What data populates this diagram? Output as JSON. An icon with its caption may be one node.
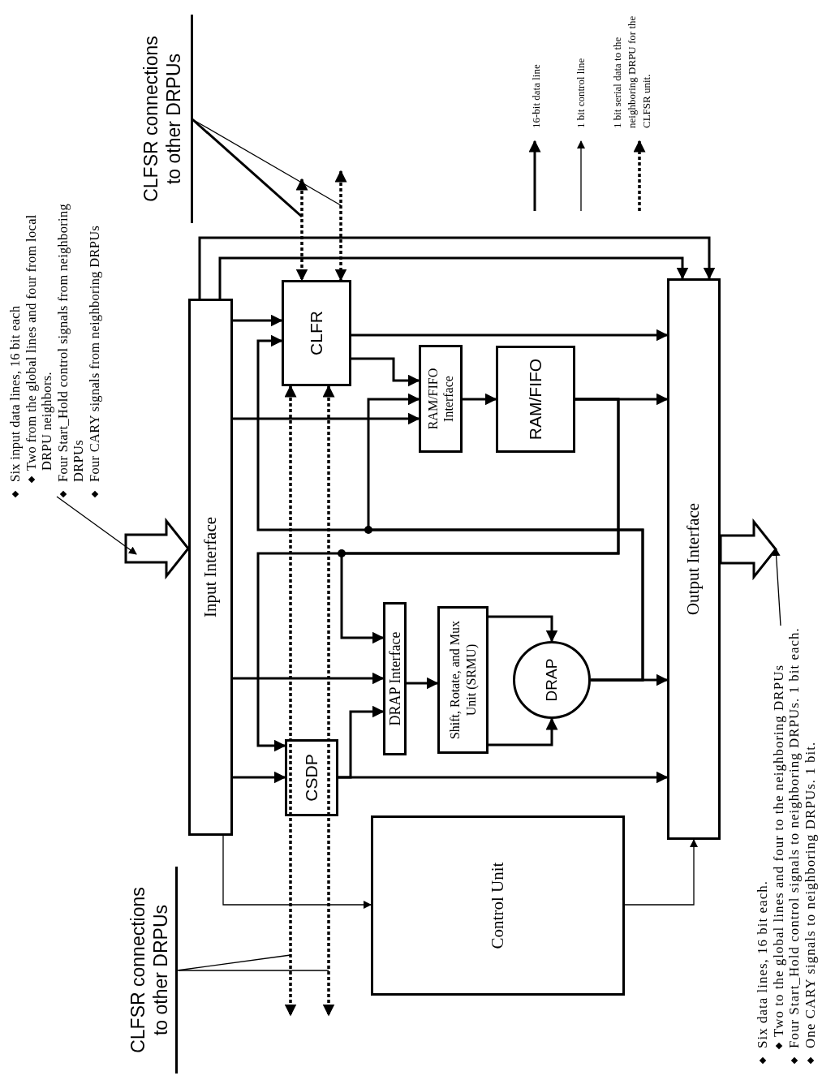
{
  "diagram": {
    "nodes": [
      {
        "text": [
          "Six input data lines, 16 bit each",
          "Two from the global lines and four from local DRPU neighbors.",
          "Four Start_Hold control signals from neighboring DRPUs",
          "Four CARY signals from neighboring DRPUs"
        ]
      },
      {
        "text": [
          "Input Interface"
        ]
      },
      {
        "text": [
          "CLFR"
        ]
      },
      {
        "text": [
          "RAM/FIFO Interface"
        ]
      },
      {
        "text": [
          "RAM/FIFO"
        ]
      },
      {
        "text": [
          "DRAP Interface"
        ]
      },
      {
        "text": [
          "Shift, Rotate, and Mux Unit (SRMU)"
        ]
      },
      {
        "text": [
          "DRAP"
        ]
      },
      {
        "text": [
          "CSDP"
        ]
      },
      {
        "text": [
          "Control Unit"
        ]
      },
      {
        "text": [
          "Output Interface"
        ]
      },
      {
        "text": [
          "Six data lines, 16 bit each.",
          "Two to the global lines and four to the neighboring DRPUs",
          "Four Start_Hold control signals to neighboring DRPUs. 1 bit each.",
          "One CARY signals to neighboring DRPUs. 1 bit."
        ]
      },
      {
        "text": [
          "CLFSR connections to other DRPUs"
        ]
      },
      {
        "text": [
          "CLFSR connections to other DRPUs"
        ]
      }
    ],
    "edges": [
      {
        "from": 0,
        "to": null,
        "arrow": "to"
      },
      {
        "from": 1,
        "to": 2,
        "arrow": "to"
      },
      {
        "from": 1,
        "to": 10,
        "arrow": "to"
      },
      {
        "from": 1,
        "to": 10,
        "arrow": "to"
      },
      {
        "from": 1,
        "to": 3,
        "arrow": "to"
      },
      {
        "from": 1,
        "to": 5,
        "arrow": "to"
      },
      {
        "from": 1,
        "to": 8,
        "arrow": "to"
      },
      {
        "from": 1,
        "to": 9,
        "arrow": "to"
      },
      {
        "from": 2,
        "to": 10,
        "arrow": "to"
      },
      {
        "from": 2,
        "to": 3,
        "arrow": "to"
      },
      {
        "from": 3,
        "to": 4,
        "arrow": "to"
      },
      {
        "from": 4,
        "to": 10,
        "arrow": "to"
      },
      {
        "from": 4,
        "to": 8,
        "arrow": "to"
      },
      {
        "from": 4,
        "to": 5,
        "arrow": "to"
      },
      {
        "from": 8,
        "to": 10,
        "arrow": "to"
      },
      {
        "from": 8,
        "to": 5,
        "arrow": "to"
      },
      {
        "from": 5,
        "to": 6,
        "arrow": "to"
      },
      {
        "from": 6,
        "to": 7,
        "arrow": "to"
      },
      {
        "from": 6,
        "to": 7,
        "arrow": "to"
      },
      {
        "from": 7,
        "to": 10,
        "arrow": "to"
      },
      {
        "from": 7,
        "to": 2,
        "arrow": "to"
      },
      {
        "from": 7,
        "to": 3,
        "arrow": "to"
      },
      {
        "from": 9,
        "to": 10,
        "arrow": "to"
      },
      {
        "from": 11,
        "to": null,
        "arrow": "to"
      },
      {
        "from": null,
        "to": 2,
        "arrow": "both",
        "style": "dashed"
      },
      {
        "from": null,
        "to": 2,
        "arrow": "both",
        "style": "dashed"
      },
      {
        "from": 2,
        "to": null,
        "arrow": "both",
        "style": "dashed"
      },
      {
        "from": 2,
        "to": null,
        "arrow": "both",
        "style": "dashed"
      },
      {
        "from": 12,
        "to": null,
        "arrow": "none"
      },
      {
        "from": 12,
        "to": null,
        "arrow": "none"
      },
      {
        "from": 13,
        "to": null,
        "arrow": "none"
      },
      {
        "from": 13,
        "to": null,
        "arrow": "none"
      },
      {
        "from": null,
        "to": 1,
        "arrow": "to",
        "style": "thick"
      },
      {
        "from": 10,
        "to": null,
        "arrow": "to",
        "style": "thick"
      }
    ],
    "legend": [
      {
        "text": "16-bit data line"
      },
      {
        "text": "1 bit control line"
      },
      {
        "text": "1 bit serial data to the neighboring DRPU for the CLFSR unit."
      }
    ]
  }
}
